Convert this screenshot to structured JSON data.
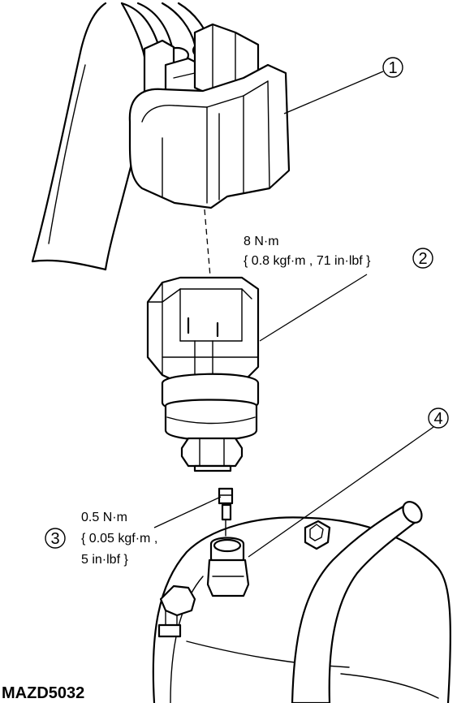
{
  "callouts": [
    {
      "number": "1"
    },
    {
      "number": "2"
    },
    {
      "number": "3"
    },
    {
      "number": "4"
    }
  ],
  "torque_2": {
    "line1": "8 N·m",
    "line2": "{ 0.8 kgf·m , 71 in·lbf }"
  },
  "torque_3": {
    "line1": "0.5 N·m",
    "line2": "{ 0.05 kgf·m ,",
    "line3": "5 in·lbf }"
  },
  "figure_code": "MAZD5032"
}
